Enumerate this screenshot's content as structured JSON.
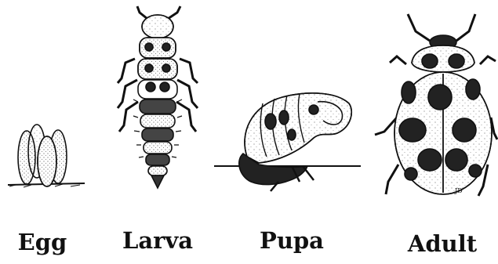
{
  "stages": [
    {
      "id": "egg",
      "label": "Egg"
    },
    {
      "id": "larva",
      "label": "Larva"
    },
    {
      "id": "pupa",
      "label": "Pupa"
    },
    {
      "id": "adult",
      "label": "Adult"
    }
  ],
  "signature": "JD",
  "colors": {
    "ink": "#111111",
    "background": "#ffffff"
  }
}
